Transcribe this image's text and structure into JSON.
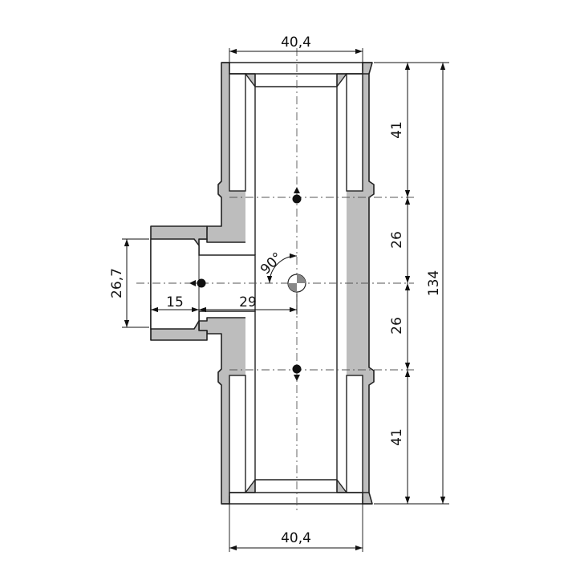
{
  "dimensions": {
    "top_width": "40,4",
    "bottom_width": "40,4",
    "right_upper_socket": "41",
    "right_upper_center": "26",
    "right_lower_center": "26",
    "right_lower_socket": "41",
    "overall_height": "134",
    "branch_height": "26,7",
    "branch_depth": "15",
    "branch_offset": "29",
    "angle": "90°"
  },
  "colors": {
    "body": "#bdbdbd",
    "outline": "#222222",
    "background": "#ffffff"
  }
}
